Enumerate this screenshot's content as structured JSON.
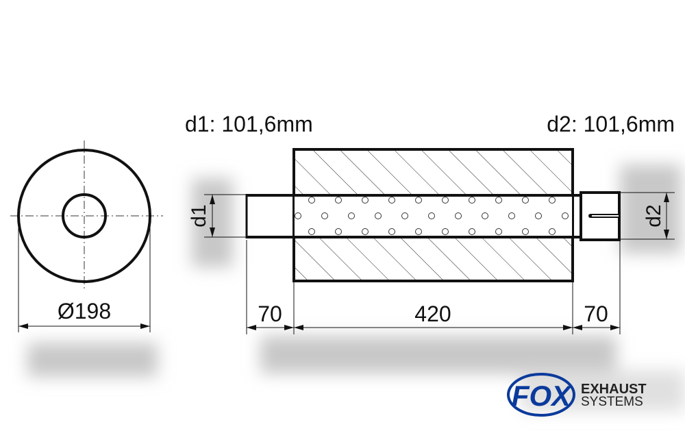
{
  "labels": {
    "d1_spec": "d1: 101,6mm",
    "d2_spec": "d2: 101,6mm",
    "d1": "d1",
    "d2": "d2",
    "diameter": "Ø198",
    "len_left": "70",
    "len_body": "420",
    "len_right": "70"
  },
  "logo": {
    "brand": "FOX",
    "line1": "EXHAUST",
    "line2": "SYSTEMS",
    "color": "#0a3a9c"
  }
}
